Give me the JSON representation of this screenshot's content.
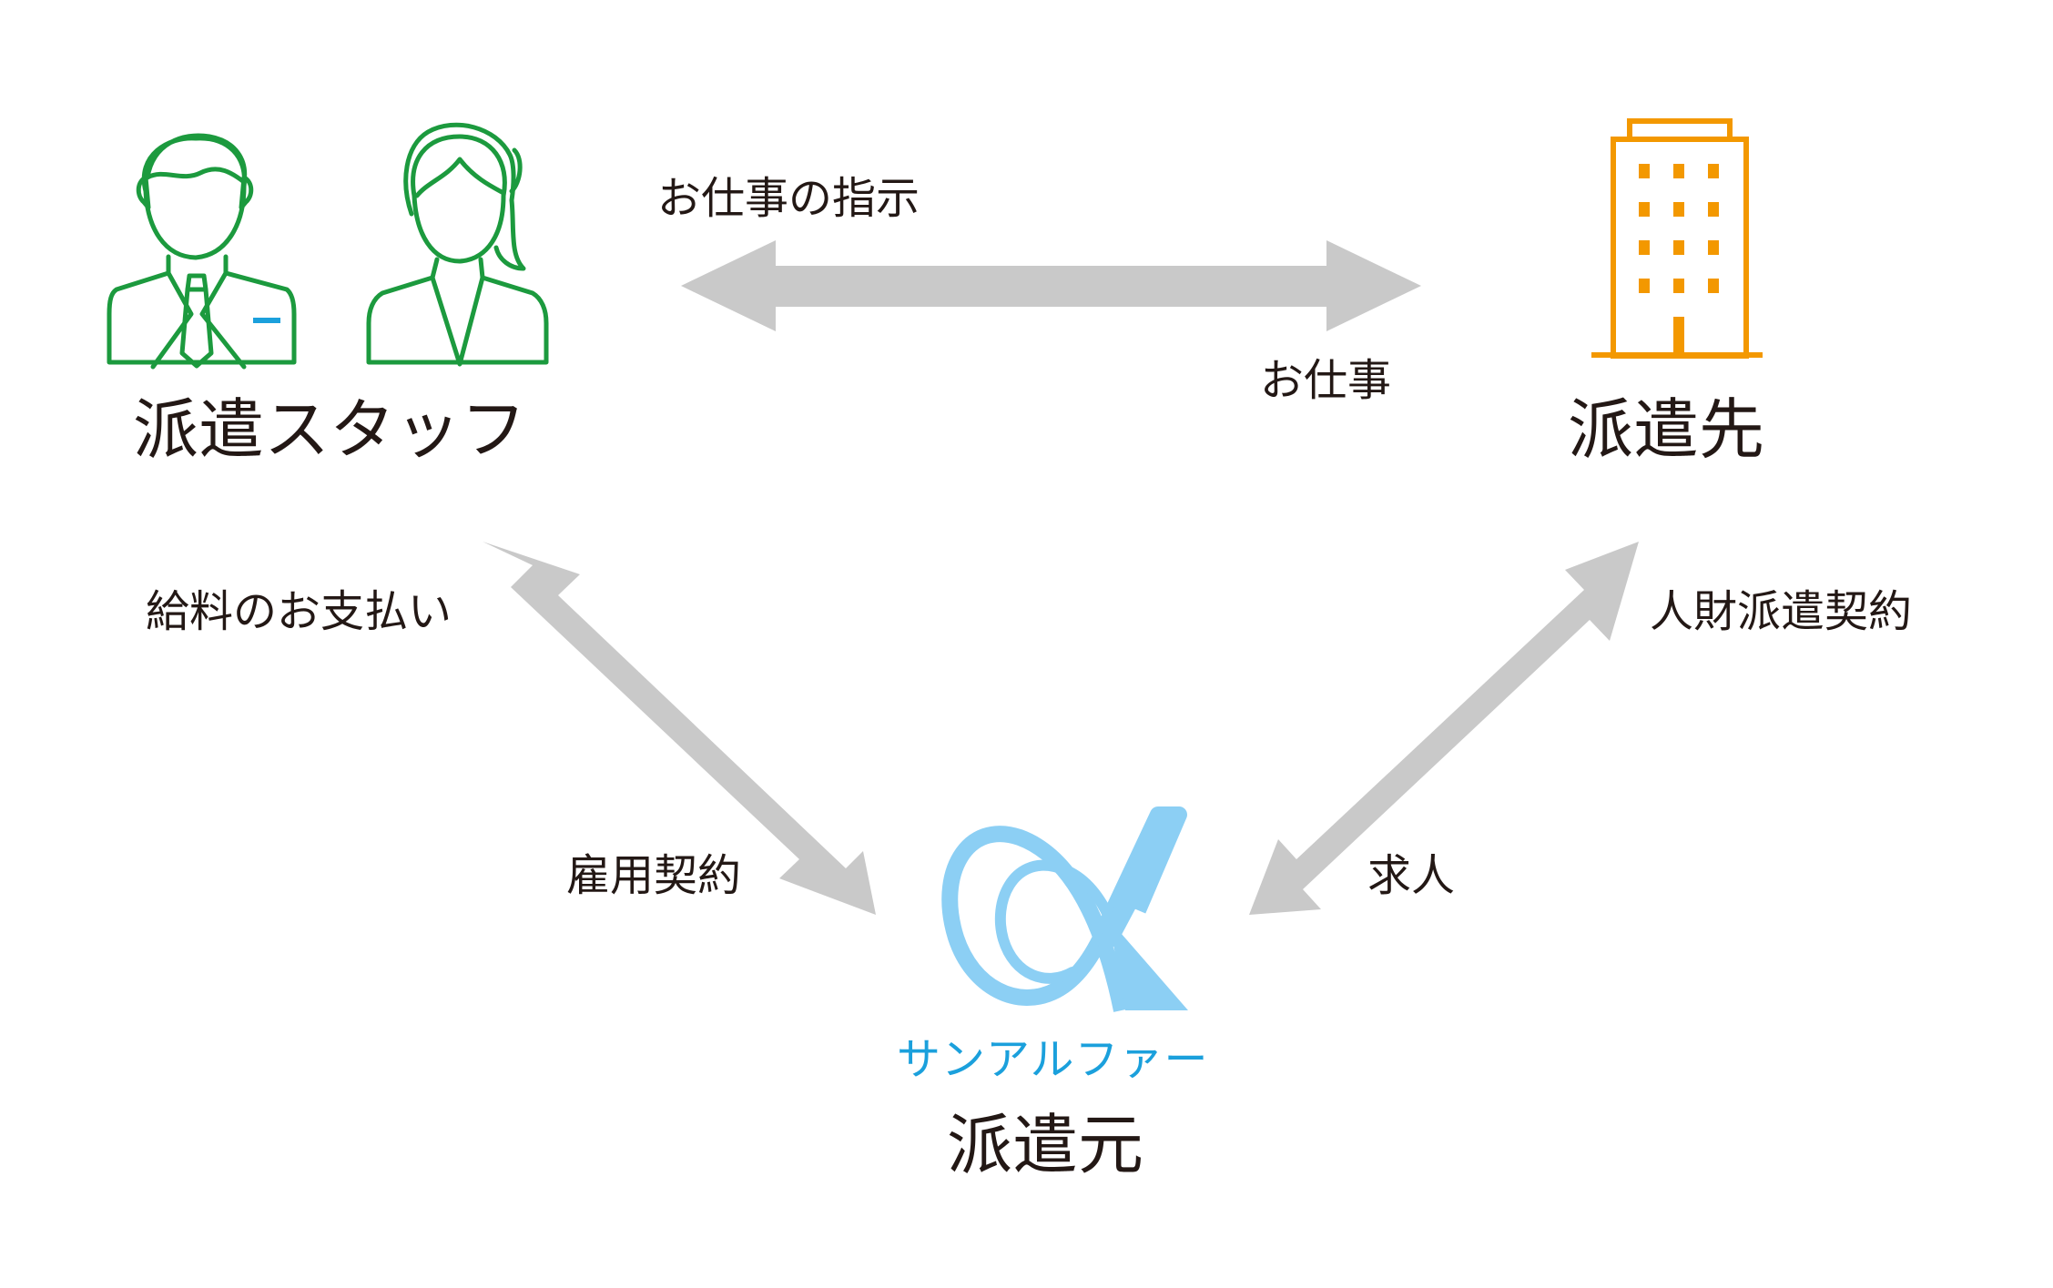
{
  "nodes": {
    "staff": {
      "label": "派遣スタッフ",
      "icon": "staff-people-icon"
    },
    "client": {
      "label": "派遣先",
      "icon": "office-building-icon"
    },
    "agency": {
      "label": "派遣元",
      "brand_name": "サンアルファー",
      "icon": "sunalpha-logo-icon"
    }
  },
  "edges": {
    "staff_client": {
      "label_top": "お仕事の指示",
      "label_bottom": "お仕事"
    },
    "staff_agency": {
      "label_top": "給料のお支払い",
      "label_bottom": "雇用契約"
    },
    "client_agency": {
      "label_top": "人財派遣契約",
      "label_bottom": "求人"
    }
  },
  "colors": {
    "staff_icon": "#1c9a3e",
    "building_icon": "#f39800",
    "logo": "#8ccff4",
    "brand_text": "#1ba0dc",
    "arrow": "#c9c9c9",
    "text": "#231815"
  }
}
